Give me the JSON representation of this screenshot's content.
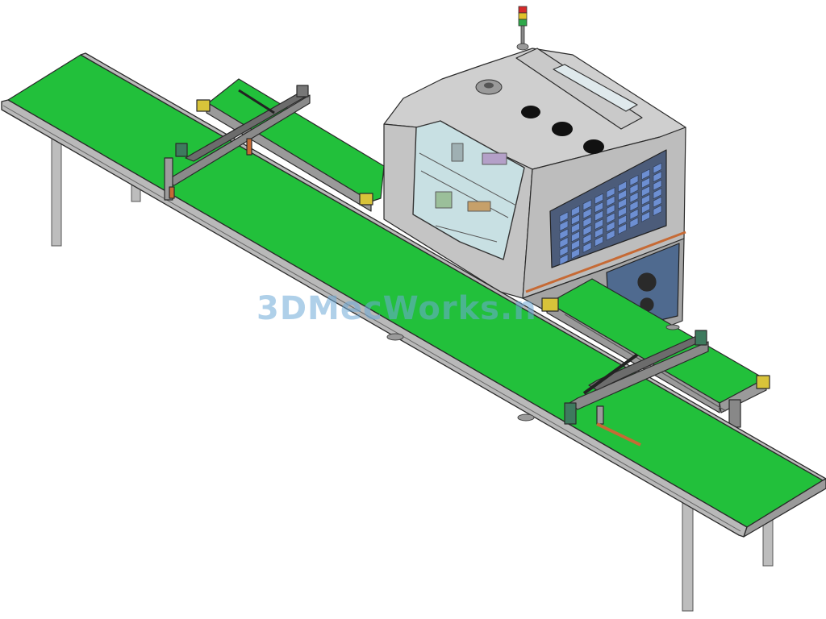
{
  "watermark": {
    "text": "3DMecWorks.n"
  },
  "colors": {
    "belt": "#22c03b",
    "belt_edge": "#159a2a",
    "frame": "#b9b9b9",
    "frame_dark": "#7c7c7c",
    "cabinet_light": "#d2d2d2",
    "cabinet_mid": "#bcbcbc",
    "cabinet_dark": "#a4a4a4",
    "vent_panel": "#4c5c7a",
    "vent_square": "#6d8fd2",
    "window": "#c8e0e3",
    "bracket": "#d8c33a",
    "copper": "#c66a35",
    "line": "#2a2a2a"
  },
  "components": {
    "main_conveyor": "belt-conveyor",
    "upper_conveyor": "belt-conveyor",
    "lower_conveyor": "belt-conveyor",
    "cabinet": "machine-enclosure",
    "signal_tower": "signal-tower-light",
    "upper_gantry": "gantry-transfer",
    "lower_gantry": "gantry-transfer"
  }
}
